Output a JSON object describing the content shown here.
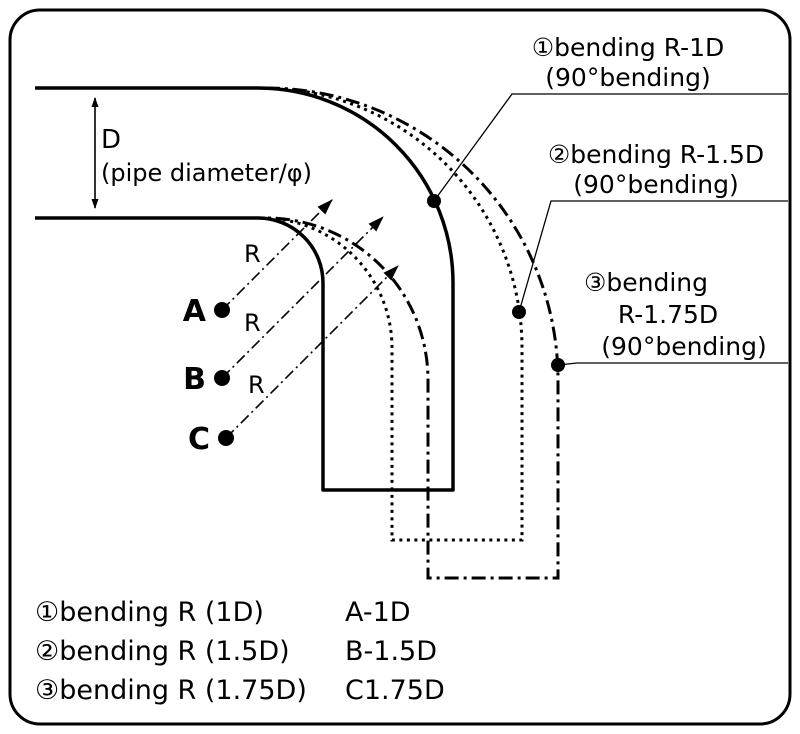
{
  "diagram": {
    "dimension": {
      "label": "D",
      "sublabel": "(pipe diameter/φ)"
    },
    "radius_labels": {
      "r1": "R",
      "r2": "R",
      "r3": "R"
    },
    "points": {
      "a": "A",
      "b": "B",
      "c": "C"
    },
    "callouts": {
      "c1": {
        "line1": "①bending R-1D",
        "line2": "(90°bending)"
      },
      "c2": {
        "line1": "②bending R-1.5D",
        "line2": "(90°bending)"
      },
      "c3": {
        "line1": "③bending",
        "line2": "R-1.75D",
        "line3": "(90°bending)"
      }
    },
    "legend": [
      {
        "label": "①bending R (1D)",
        "value": "A-1D"
      },
      {
        "label": "②bending R (1.5D)",
        "value": "B-1.5D"
      },
      {
        "label": "③bending R (1.75D)",
        "value": "C1.75D"
      }
    ],
    "colors": {
      "line": "#000000",
      "background": "#ffffff"
    }
  }
}
